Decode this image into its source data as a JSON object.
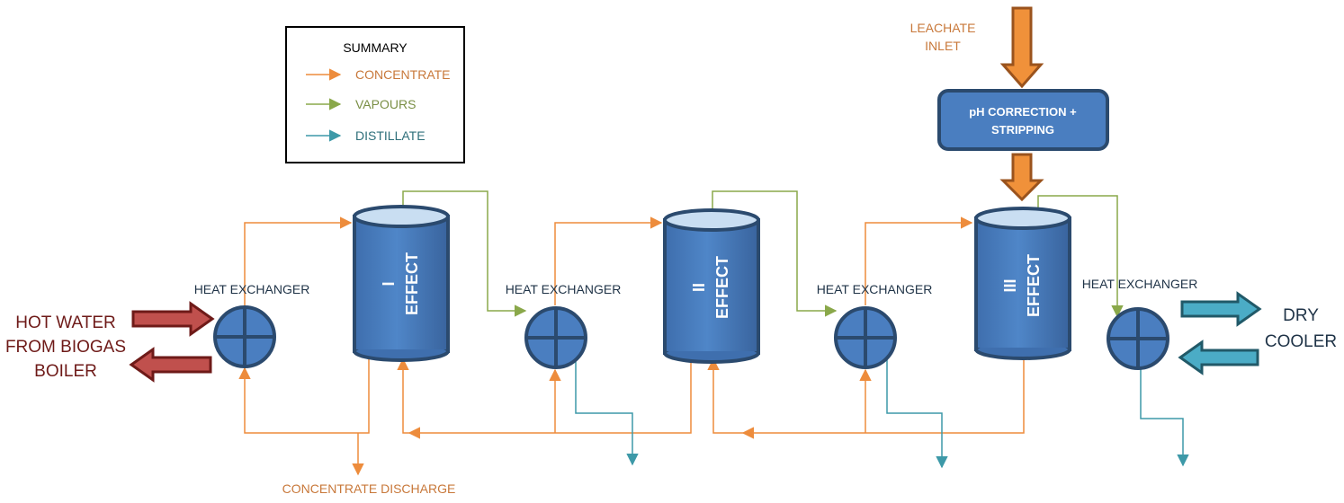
{
  "colors": {
    "concentrate": "#ED8C3C",
    "vapours": "#8AA84A",
    "distillate": "#3D99A8",
    "vessel": "#4A7EC0",
    "vessel_dark": "#2B4A6E",
    "hot_water": "#C0504D",
    "hot_water_dark": "#6E1A18",
    "cooler": "#4BACC6",
    "cooler_dark": "#215968",
    "text_dark": "#1f3347",
    "red_text": "#6E1A18"
  },
  "legend": {
    "title": "SUMMARY",
    "items": [
      {
        "label": "CONCENTRATE",
        "color_key": "concentrate"
      },
      {
        "label": "VAPOURS",
        "color_key": "vapours"
      },
      {
        "label": "DISTILLATE",
        "color_key": "distillate"
      }
    ]
  },
  "inlet": {
    "label_line1": "LEACHATE",
    "label_line2": "INLET"
  },
  "treatment_box": {
    "line1": "pH CORRECTION +",
    "line2": "STRIPPING"
  },
  "heat_exchangers": [
    {
      "label": "HEAT EXCHANGER"
    },
    {
      "label": "HEAT EXCHANGER"
    },
    {
      "label": "HEAT EXCHANGER"
    },
    {
      "label": "HEAT EXCHANGER"
    }
  ],
  "effects": [
    {
      "numeral": "I",
      "word": "EFFECT"
    },
    {
      "numeral": "II",
      "word": "EFFECT"
    },
    {
      "numeral": "III",
      "word": "EFFECT"
    }
  ],
  "hot_water": {
    "line1": "HOT WATER",
    "line2": "FROM BIOGAS",
    "line3": "BOILER"
  },
  "dry_cooler": {
    "line1": "DRY",
    "line2": "COOLER"
  },
  "discharge": {
    "label": "CONCENTRATE DISCHARGE"
  }
}
